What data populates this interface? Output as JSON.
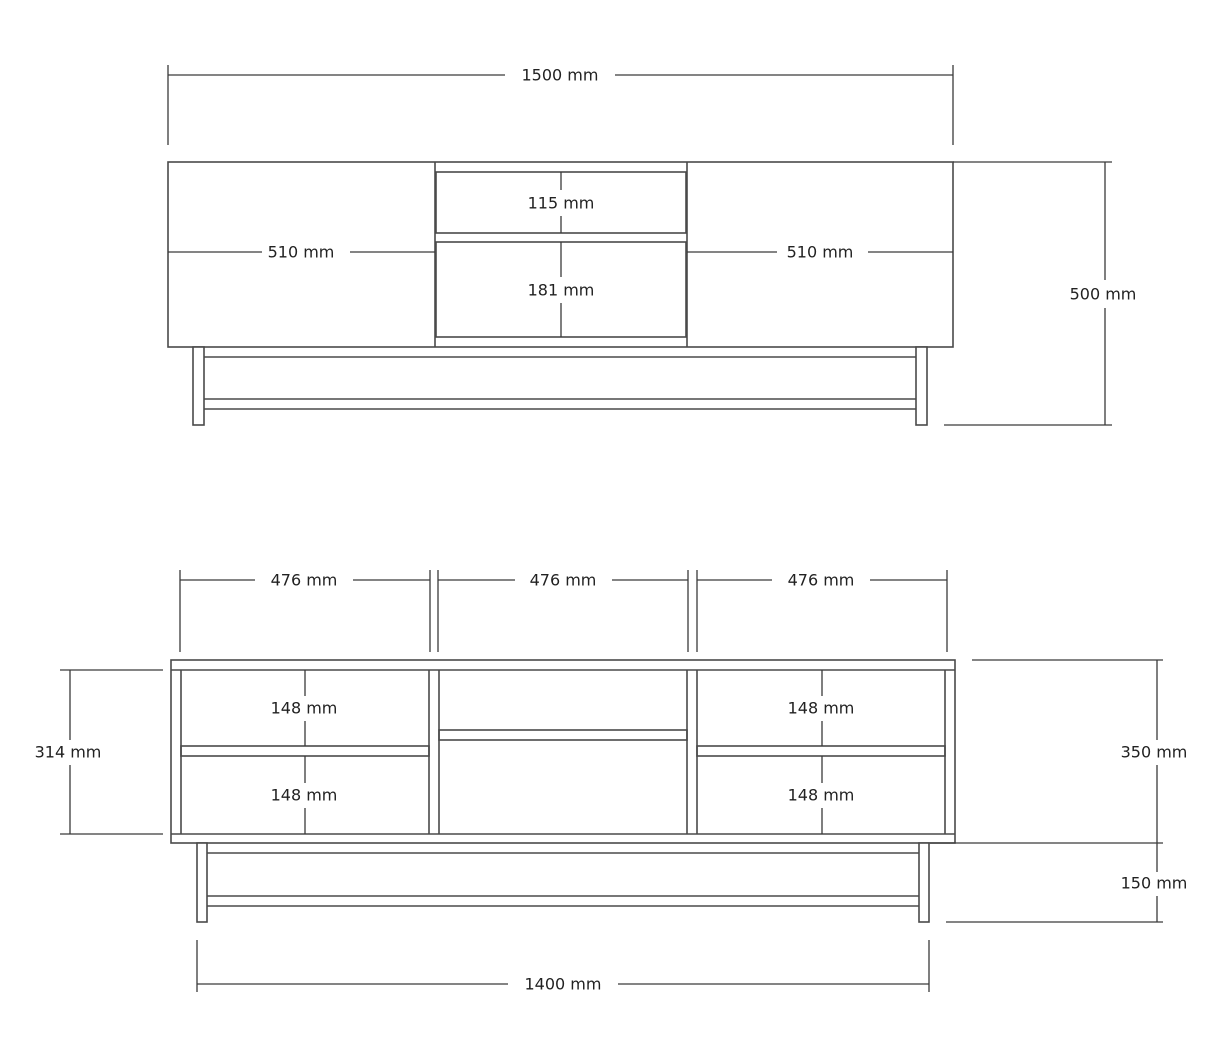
{
  "front_view": {
    "overall_width": "1500 mm",
    "overall_height": "500 mm",
    "left_door_width": "510 mm",
    "right_door_width": "510 mm",
    "upper_drawer_height": "115 mm",
    "lower_drawer_height": "181 mm"
  },
  "open_view": {
    "left_section_width": "476 mm",
    "center_section_width": "476 mm",
    "right_section_width": "476 mm",
    "left_upper_shelf": "148 mm",
    "left_lower_shelf": "148 mm",
    "right_upper_shelf": "148 mm",
    "right_lower_shelf": "148 mm",
    "inner_height": "314 mm",
    "body_height": "350 mm",
    "leg_height": "150 mm",
    "leg_span": "1400 mm"
  }
}
